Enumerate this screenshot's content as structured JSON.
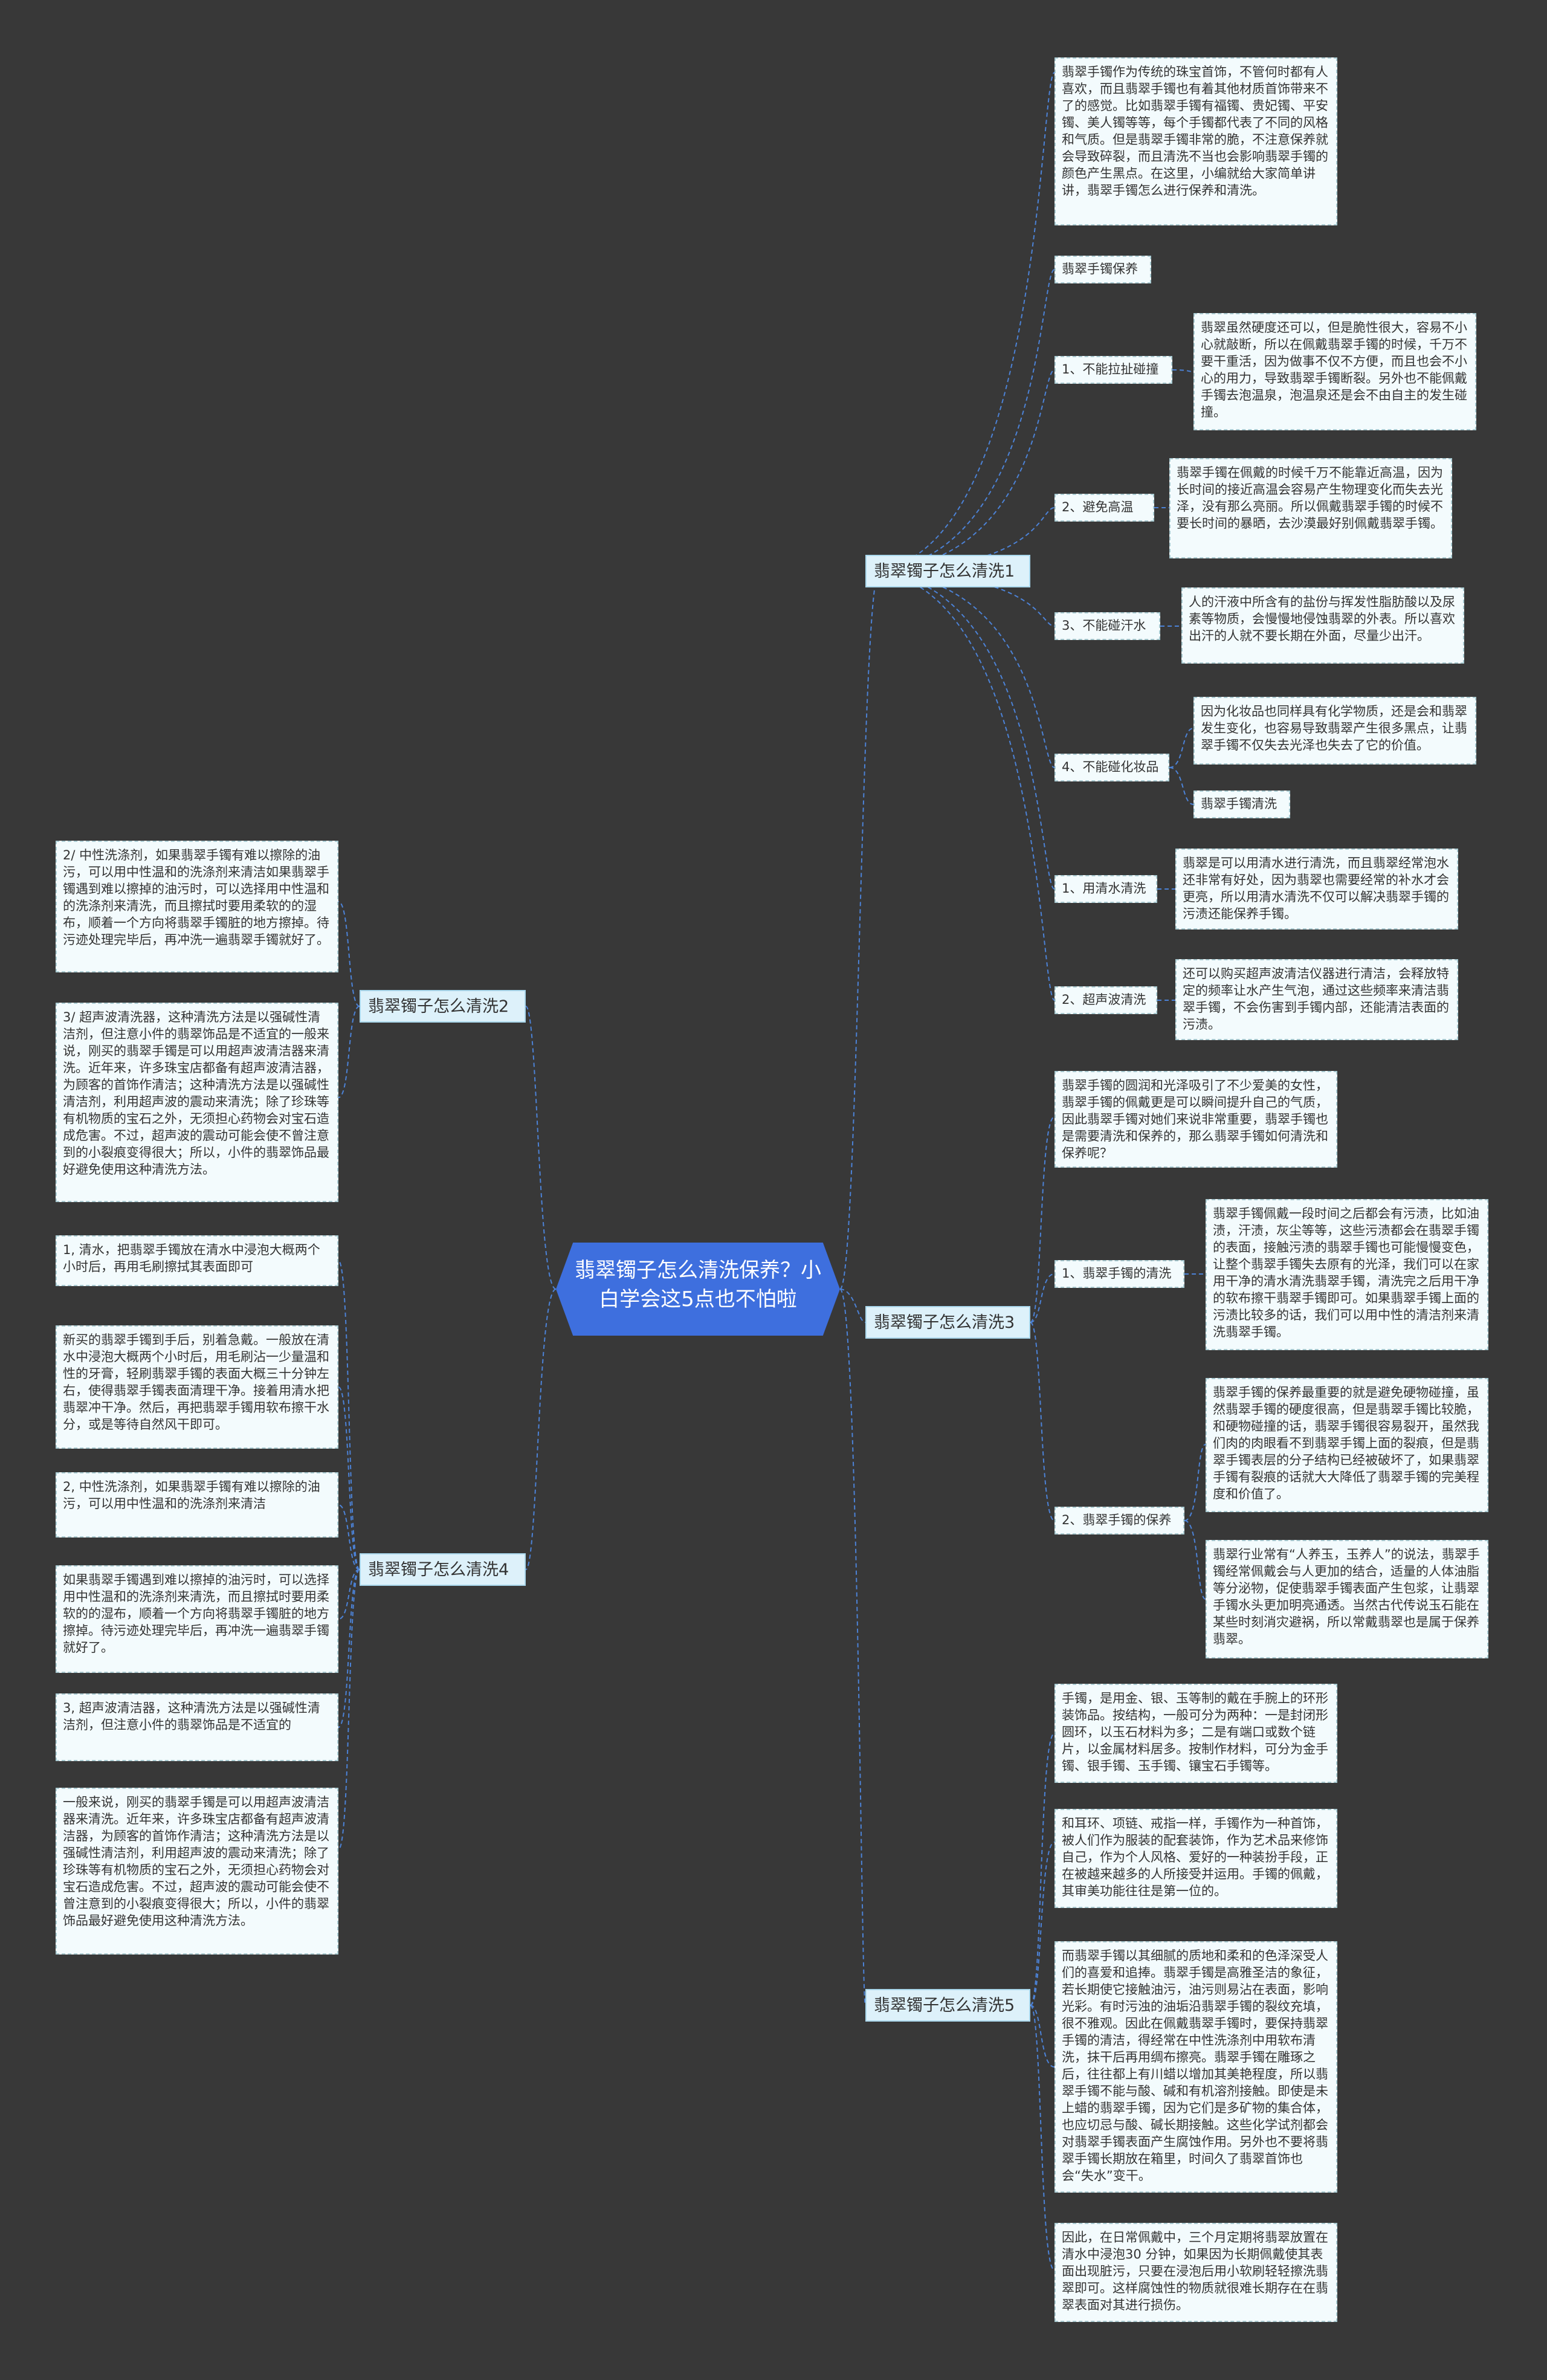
{
  "root": "翡翠镯子怎么清洗保养？小白学会这5点也不怕啦",
  "b1": {
    "title": "翡翠镯子怎么清洗1",
    "intro": "翡翠手镯作为传统的珠宝首饰，不管何时都有人喜欢，而且翡翠手镯也有着其他材质首饰带来不了的感觉。比如翡翠手镯有福镯、贵妃镯、平安镯、美人镯等等，每个手镯都代表了不同的风格和气质。但是翡翠手镯非常的脆，不注意保养就会导致碎裂，而且清洗不当也会影响翡翠手镯的颜色产生黑点。在这里，小编就给大家简单讲讲，翡翠手镯怎么进行保养和清洗。",
    "care_label": "翡翠手镯保养",
    "c1": "1、不能拉扯碰撞",
    "c1_text": "翡翠虽然硬度还可以，但是脆性很大，容易不小心就敲断，所以在佩戴翡翠手镯的时候，千万不要干重活，因为做事不仅不方便，而且也会不小心的用力，导致翡翠手镯断裂。另外也不能佩戴手镯去泡温泉，泡温泉还是会不由自主的发生碰撞。",
    "c2": "2、避免高温",
    "c2_text": "翡翠手镯在佩戴的时候千万不能靠近高温，因为长时间的接近高温会容易产生物理变化而失去光泽，没有那么亮丽。所以佩戴翡翠手镯的时候不要长时间的暴晒，去沙漠最好别佩戴翡翠手镯。",
    "c3": "3、不能碰汗水",
    "c3_text": "人的汗液中所含有的盐份与挥发性脂肪酸以及尿素等物质，会慢慢地侵蚀翡翠的外表。所以喜欢出汗的人就不要长期在外面，尽量少出汗。",
    "c4": "4、不能碰化妆品",
    "c4_text": "因为化妆品也同样具有化学物质，还是会和翡翠发生变化，也容易导致翡翠产生很多黑点，让翡翠手镯不仅失去光泽也失去了它的价值。",
    "wash_label": "翡翠手镯清洗",
    "w1": "1、用清水清洗",
    "w1_text": "翡翠是可以用清水进行清洗，而且翡翠经常泡水还非常有好处，因为翡翠也需要经常的补水才会更亮，所以用清水清洗不仅可以解决翡翠手镯的污渍还能保养手镯。",
    "w2": "2、超声波清洗",
    "w2_text": "还可以购买超声波清洁仪器进行清洁，会释放特定的频率让水产生气泡，通过这些频率来清洁翡翠手镯，不会伤害到手镯内部，还能清洁表面的污渍。"
  },
  "b2": {
    "title": "翡翠镯子怎么清洗2",
    "t1": "2/ 中性洗涤剂，如果翡翠手镯有难以擦除的油污，可以用中性温和的洗涤剂来清洁如果翡翠手镯遇到难以擦掉的油污时，可以选择用中性温和的洗涤剂来清洗，而且擦拭时要用柔软的的湿布，顺着一个方向将翡翠手镯脏的地方擦掉。待污迹处理完毕后，再冲洗一遍翡翠手镯就好了。",
    "t2": "3/ 超声波清洗器，这种清洗方法是以强碱性清洁剂，但注意小件的翡翠饰品是不适宜的一般来说，刚买的翡翠手镯是可以用超声波清洁器来清洗。近年来，许多珠宝店都备有超声波清洁器，为顾客的首饰作清洁；这种清洗方法是以强碱性清洁剂，利用超声波的震动来清洗；除了珍珠等有机物质的宝石之外，无须担心药物会对宝石造成危害。不过，超声波的震动可能会使不曾注意到的小裂痕变得很大；所以，小件的翡翠饰品最好避免使用这种清洗方法。"
  },
  "b3": {
    "title": "翡翠镯子怎么清洗3",
    "intro": "翡翠手镯的圆润和光泽吸引了不少爱美的女性，翡翠手镯的佩戴更是可以瞬间提升自己的气质，因此翡翠手镯对她们来说非常重要，翡翠手镯也是需要清洗和保养的，那么翡翠手镯如何清洗和保养呢？",
    "k1": "1、翡翠手镯的清洗",
    "k1_text": "翡翠手镯佩戴一段时间之后都会有污渍，比如油渍，汗渍，灰尘等等，这些污渍都会在翡翠手镯的表面，接触污渍的翡翠手镯也可能慢慢变色，让整个翡翠手镯失去原有的光泽，我们可以在家用干净的清水清洗翡翠手镯，清洗完之后用干净的软布擦干翡翠手镯即可。如果翡翠手镯上面的污渍比较多的话，我们可以用中性的清洁剂来清洗翡翠手镯。",
    "k2": "2、翡翠手镯的保养",
    "k2_a": "翡翠手镯的保养最重要的就是避免硬物碰撞，虽然翡翠手镯的硬度很高，但是翡翠手镯比较脆，和硬物碰撞的话，翡翠手镯很容易裂开，虽然我们肉的肉眼看不到翡翠手镯上面的裂痕，但是翡翠手镯表层的分子结构已经被破坏了，如果翡翠手镯有裂痕的话就大大降低了翡翠手镯的完美程度和价值了。",
    "k2_b": "翡翠行业常有“人养玉，玉养人”的说法，翡翠手镯经常佩戴会与人更加的结合，适量的人体油脂等分泌物，促使翡翠手镯表面产生包浆，让翡翠手镯水头更加明亮通透。当然古代传说玉石能在某些时刻消灾避祸，所以常戴翡翠也是属于保养翡翠。"
  },
  "b4": {
    "title": "翡翠镯子怎么清洗4",
    "t1": "1, 清水，把翡翠手镯放在清水中浸泡大概两个小时后，再用毛刷擦拭其表面即可",
    "t2": "新买的翡翠手镯到手后，别着急戴。一般放在清水中浸泡大概两个小时后，用毛刷沾一少量温和性的牙膏，轻刷翡翠手镯的表面大概三十分钟左右，使得翡翠手镯表面清理干净。接着用清水把翡翠冲干净。然后，再把翡翠手镯用软布擦干水分，或是等待自然风干即可。",
    "t3": "2, 中性洗涤剂，如果翡翠手镯有难以擦除的油污，可以用中性温和的洗涤剂来清洁",
    "t4": "如果翡翠手镯遇到难以擦掉的油污时，可以选择用中性温和的洗涤剂来清洗，而且擦拭时要用柔软的的湿布，顺着一个方向将翡翠手镯脏的地方擦掉。待污迹处理完毕后，再冲洗一遍翡翠手镯就好了。",
    "t5": "3, 超声波清洁器，这种清洗方法是以强碱性清洁剂，但注意小件的翡翠饰品是不适宜的",
    "t6": "一般来说，刚买的翡翠手镯是可以用超声波清洁器来清洗。近年来，许多珠宝店都备有超声波清洁器，为顾客的首饰作清洁；这种清洗方法是以强碱性清洁剂，利用超声波的震动来清洗；除了珍珠等有机物质的宝石之外，无须担心药物会对宝石造成危害。不过，超声波的震动可能会使不曾注意到的小裂痕变得很大；所以，小件的翡翠饰品最好避免使用这种清洗方法。"
  },
  "b5": {
    "title": "翡翠镯子怎么清洗5",
    "t1": "手镯，是用金、银、玉等制的戴在手腕上的环形装饰品。按结构，一般可分为两种：一是封闭形圆环，以玉石材料为多；二是有端口或数个链片，以金属材料居多。按制作材料，可分为金手镯、银手镯、玉手镯、镶宝石手镯等。",
    "t2": "和耳环、项链、戒指一样，手镯作为一种首饰，被人们作为服装的配套装饰，作为艺术品来修饰自己，作为个人风格、爱好的一种装扮手段，正在被越来越多的人所接受并运用。手镯的佩戴，其审美功能往往是第一位的。",
    "t3": "而翡翠手镯以其细腻的质地和柔和的色泽深受人们的喜爱和追捧。翡翠手镯是高雅圣洁的象征，若长期使它接触油污，油污则易沾在表面，影响光彩。有时污浊的油垢沿翡翠手镯的裂纹充填，很不雅观。因此在佩戴翡翠手镯时，要保持翡翠手镯的清洁，得经常在中性洗涤剂中用软布清洗，抹干后再用绸布擦亮。翡翠手镯在雕琢之后，往往都上有川蜡以增加其美艳程度，所以翡翠手镯不能与酸、碱和有机溶剂接触。即使是未上蜡的翡翠手镯，因为它们是多矿物的集合体，也应切忌与酸、碱长期接触。这些化学试剂都会对翡翠手镯表面产生腐蚀作用。另外也不要将翡翠手镯长期放在箱里，时间久了翡翠首饰也会“失水”变干。",
    "t4": "因此，在日常佩戴中，三个月定期将翡翠放置在清水中浸泡30 分钟，如果因为长期佩戴使其表面出现脏污，只要在浸泡后用小软刷轻轻擦洗翡翠即可。这样腐蚀性的物质就很难长期存在在翡翠表面对其进行损伤。"
  }
}
